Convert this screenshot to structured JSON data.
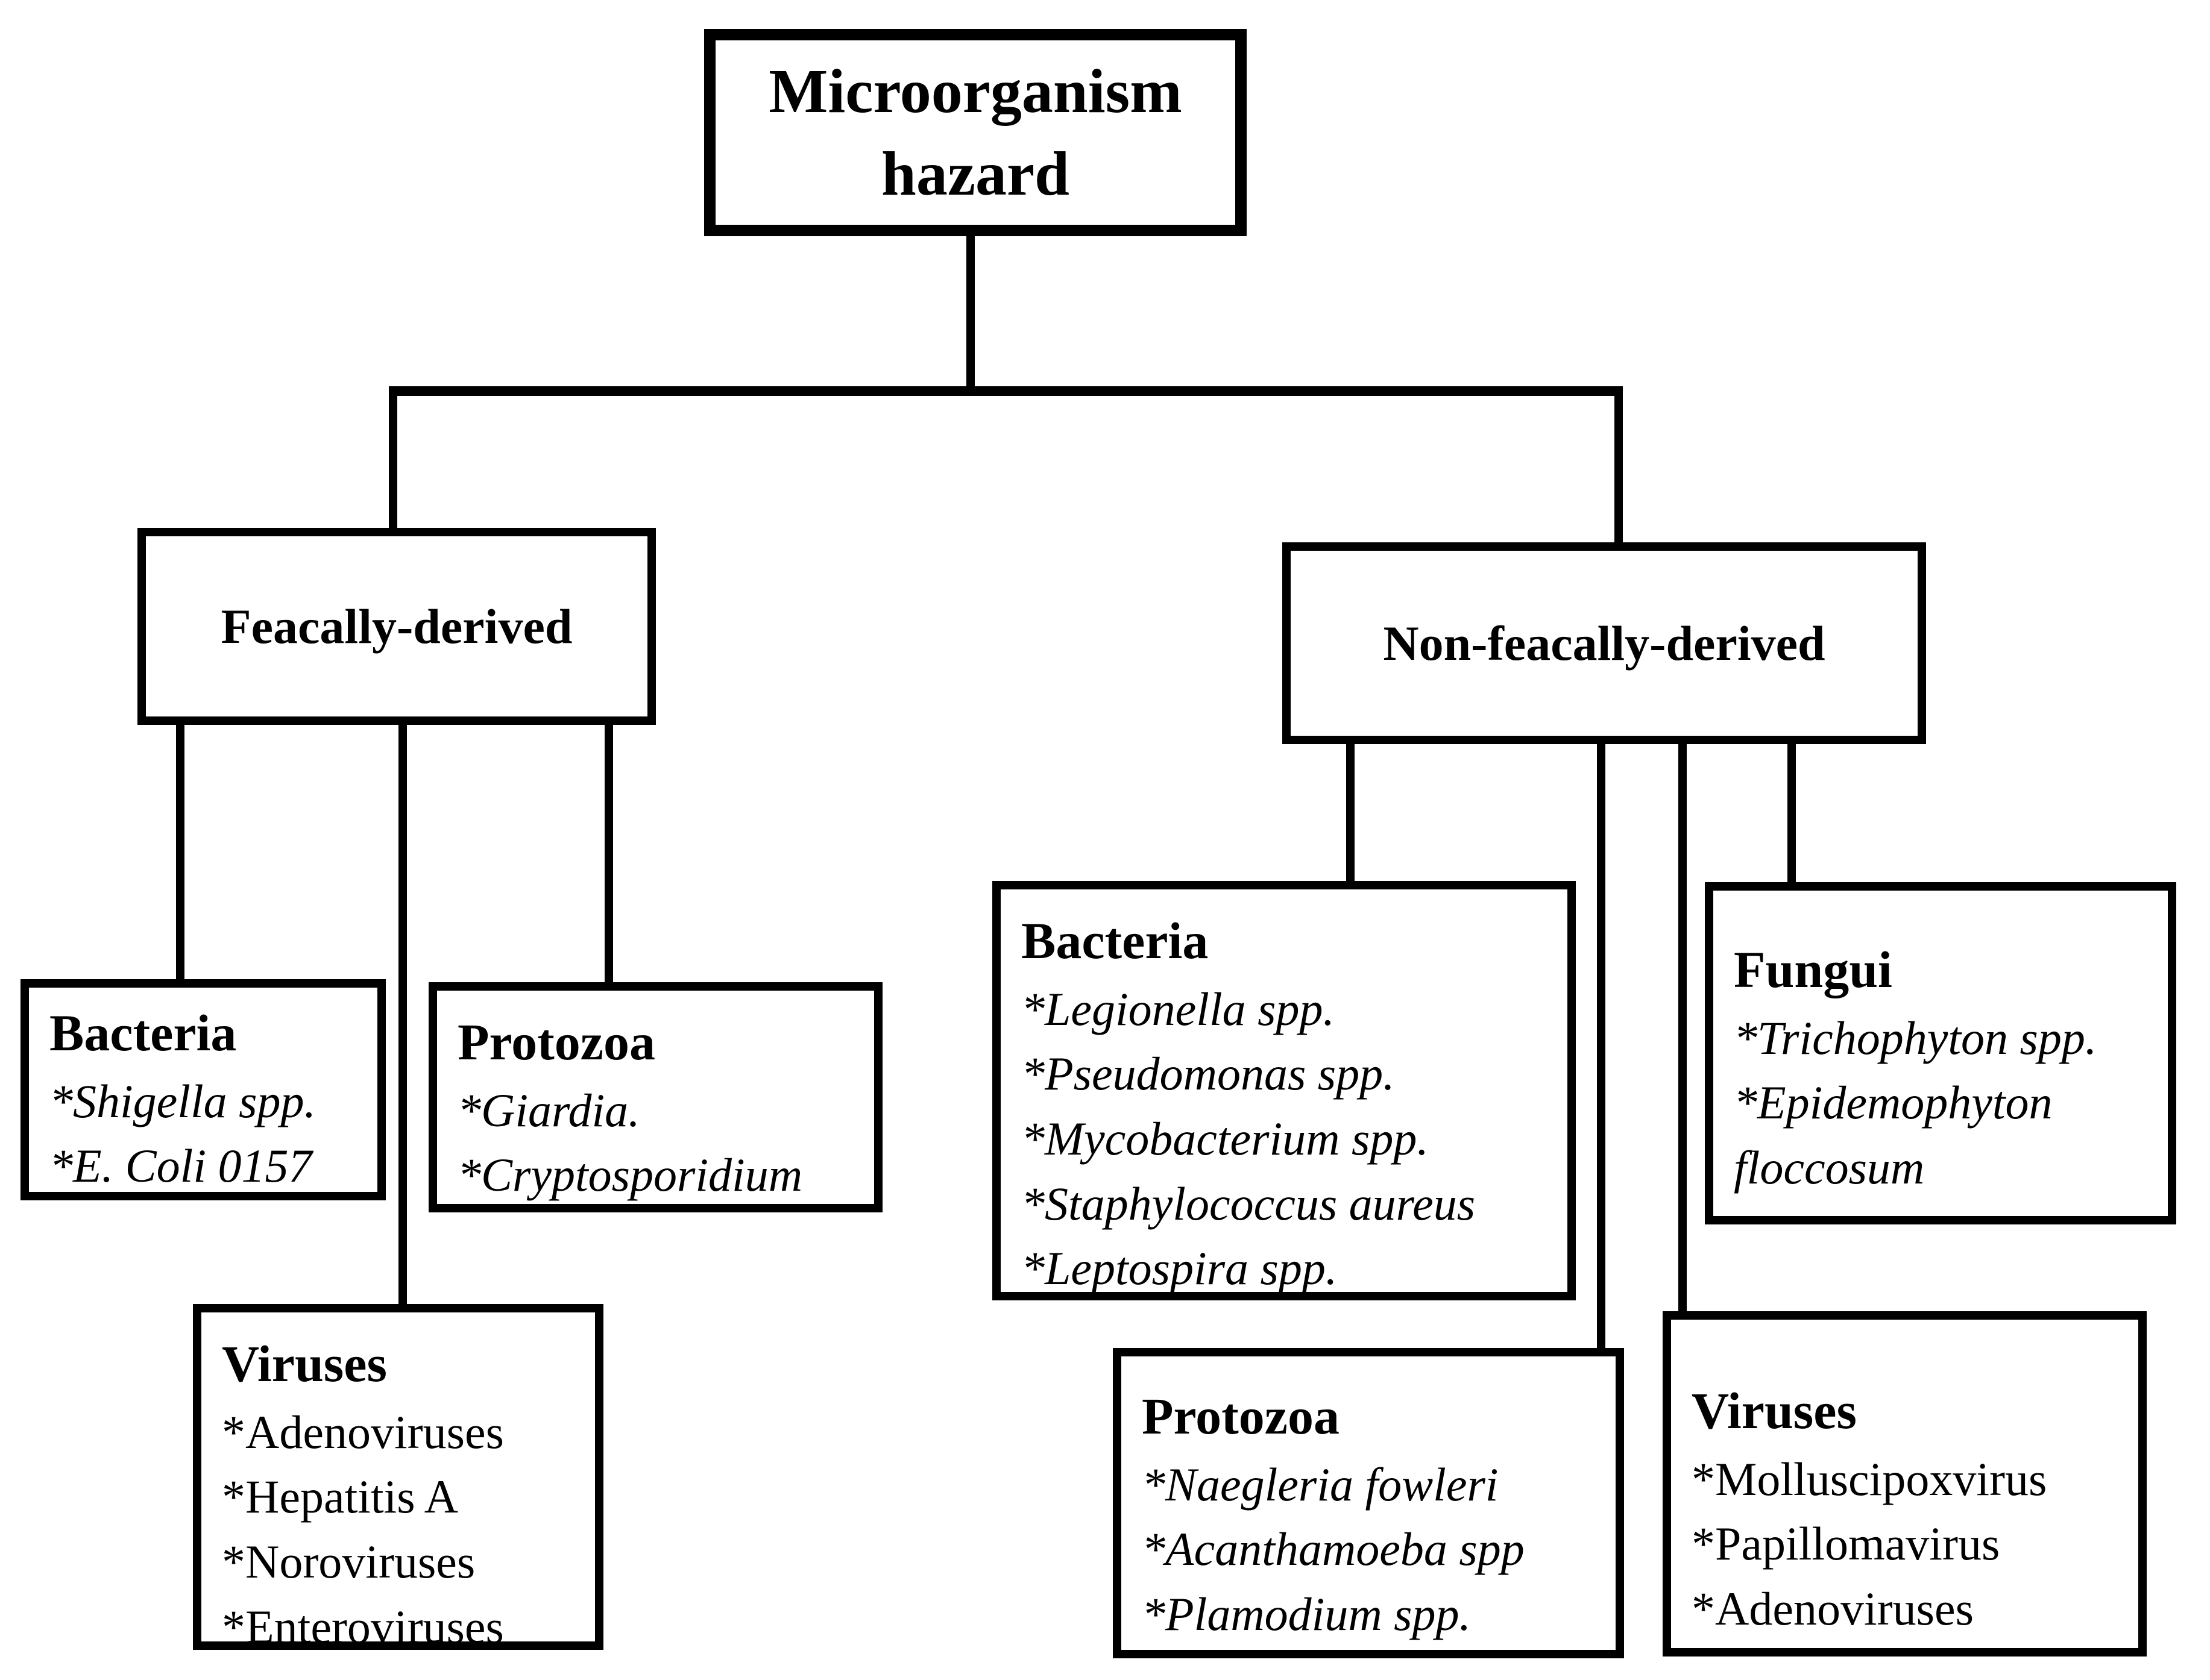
{
  "diagram": {
    "root_label": "Microorganism hazard",
    "branches": [
      {
        "label": "Feacally-derived",
        "children": [
          {
            "title": "Bacteria",
            "items": [
              "*Shigella spp.",
              "*E. Coli 0157"
            ]
          },
          {
            "title": "Protozoa",
            "items": [
              "*Giardia.",
              "*Cryptosporidium"
            ]
          },
          {
            "title": "Viruses",
            "items": [
              "*Adenoviruses",
              "*Hepatitis A",
              "*Noroviruses",
              "*Enteroviruses"
            ]
          }
        ]
      },
      {
        "label": "Non-feacally-derived",
        "children": [
          {
            "title": "Bacteria",
            "items": [
              "*Legionella spp.",
              "*Pseudomonas spp.",
              "*Mycobacterium spp.",
              "*Staphylococcus aureus",
              "*Leptospira spp."
            ]
          },
          {
            "title": "Protozoa",
            "items": [
              "*Naegleria fowleri",
              "*Acanthamoeba spp",
              "*Plamodium spp."
            ]
          },
          {
            "title": "Viruses",
            "items": [
              "*Molluscipoxvirus",
              "*Papillomavirus",
              "*Adenoviruses"
            ]
          },
          {
            "title": "Fungui",
            "items": [
              "*Trichophyton spp.",
              "*Epidemophyton floccosum"
            ]
          }
        ]
      }
    ],
    "colors": {
      "text": "#000000",
      "line": "#000000",
      "background": "#ffffff"
    }
  }
}
